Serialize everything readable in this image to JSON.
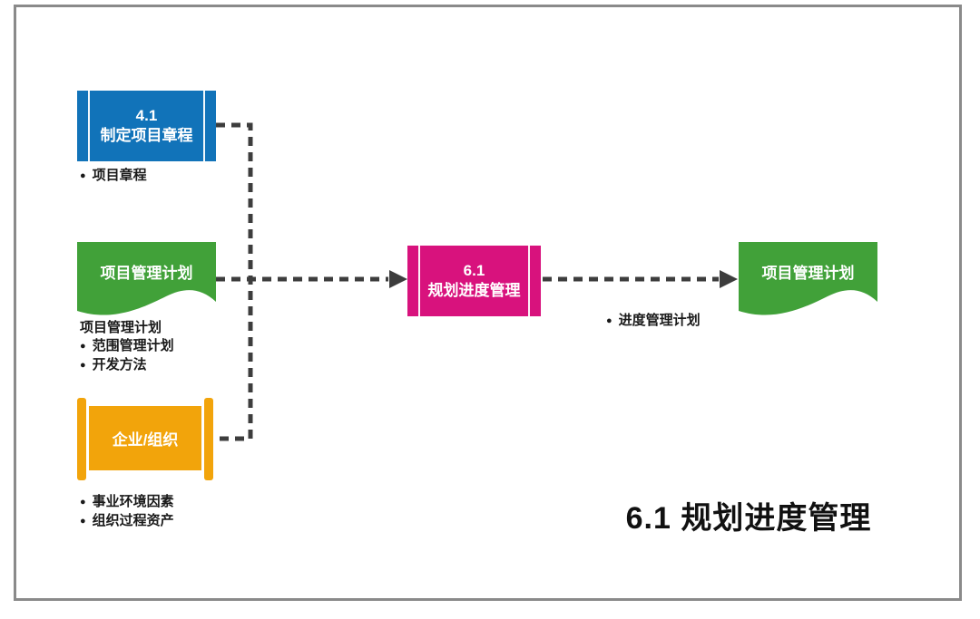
{
  "colors": {
    "blue": "#1173B9",
    "green": "#41A139",
    "orange": "#F2A40B",
    "magenta": "#D8127D",
    "connector": "#3D3D3D",
    "text": "#1A1A1A",
    "frame_border": "#8A8A8A"
  },
  "title": "6.1 规划进度管理",
  "process_charter": {
    "id": "4.1",
    "name": "制定项目章程",
    "outputs": [
      "项目章程"
    ]
  },
  "input_pm_plan": {
    "label": "项目管理计划",
    "detail_heading": "项目管理计划",
    "details": [
      "范围管理计划",
      "开发方法"
    ]
  },
  "input_enterprise": {
    "label": "企业/组织",
    "details": [
      "事业环境因素",
      "组织过程资产"
    ]
  },
  "process_main": {
    "id": "6.1",
    "name": "规划进度管理"
  },
  "output_pm_plan": {
    "label": "项目管理计划",
    "details": [
      "进度管理计划"
    ]
  }
}
